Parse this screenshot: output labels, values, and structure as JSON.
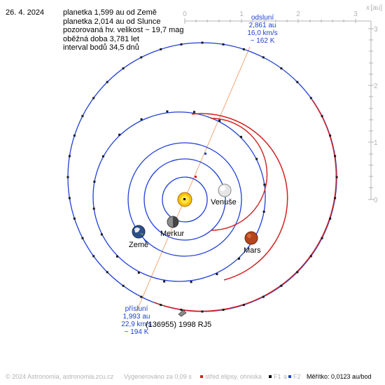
{
  "date": "26. 4. 2024",
  "info_lines": [
    "planetka 1,599 au od Země",
    "planetka 2,014 au od Slunce",
    "pozorovaná hv. velikost ~ 19,7 mag",
    "oběžná doba 3,781 let",
    "interval bodů 34,5 dnů"
  ],
  "axis": {
    "x_label": "x",
    "y_label": "[au]",
    "x_ticks": [
      "0",
      "1",
      "2",
      "3"
    ],
    "y_ticks": [
      "3",
      "2",
      "1",
      "0"
    ]
  },
  "aphelion": {
    "title": "odsluní",
    "distance": "2,861 au",
    "speed": "16,0 km/s",
    "temp": "~ 162 K"
  },
  "perihelion": {
    "title": "přísluní",
    "distance": "1,993 au",
    "speed": "22,9 km/s",
    "temp": "~ 194 K"
  },
  "bodies": {
    "venus": "Venuše",
    "mercury": "Merkur",
    "earth": "Země",
    "mars": "Mars",
    "asteroid": "(136955) 1998 RJ5"
  },
  "footer": {
    "copyright": "© 2024 Astronomia, astronomia.zcu.cz",
    "generated": "Vygenerováno za 0,09 s",
    "legend_center": "střed elipsy, ohniska",
    "f1": "F1",
    "a": "a",
    "f2": "F2",
    "scale": "Měřítko: 0,0123 au/bod"
  },
  "colors": {
    "orbit_blue": "#1f3fd8",
    "orbit_red": "#d42020",
    "apsides_line": "#f0a878",
    "text_blue": "#1f3fd8",
    "axis_gray": "#b3b3b3"
  }
}
